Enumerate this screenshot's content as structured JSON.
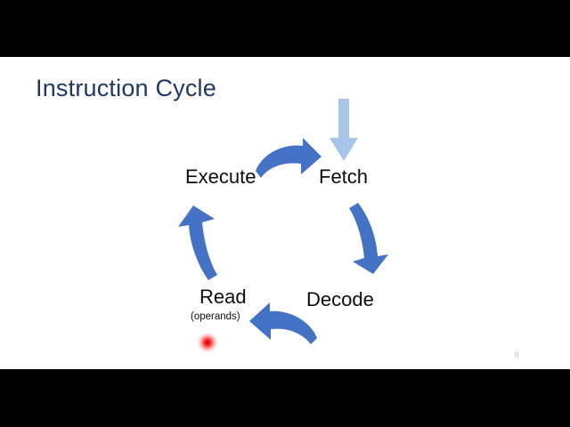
{
  "media": {
    "frame_width": 640,
    "frame_height": 480,
    "letterbox_color": "#000000",
    "slide_background": "#ffffff"
  },
  "slide": {
    "title": "Instruction Cycle",
    "title_color": "#1F3864",
    "page_number": "9"
  },
  "diagram": {
    "kind": "cycle",
    "accent_dark_blue": "#4472C4",
    "accent_light_blue": "#A7C6E7",
    "label_color": "#0D0D0D",
    "nodes": [
      {
        "id": "fetch",
        "label": "Fetch",
        "sub": ""
      },
      {
        "id": "decode",
        "label": "Decode",
        "sub": ""
      },
      {
        "id": "read",
        "label": "Read",
        "sub": "(operands)"
      },
      {
        "id": "execute",
        "label": "Execute",
        "sub": ""
      }
    ],
    "arrows": [
      {
        "id": "entry-into-fetch",
        "from": "",
        "to": "fetch",
        "direction": "down",
        "style": "straight",
        "color": "#A7C6E7"
      },
      {
        "id": "fetch-to-decode",
        "from": "fetch",
        "to": "decode",
        "direction": "down",
        "style": "curved",
        "color": "#4472C4"
      },
      {
        "id": "decode-to-read",
        "from": "decode",
        "to": "read",
        "direction": "left",
        "style": "curved",
        "color": "#4472C4"
      },
      {
        "id": "read-to-execute",
        "from": "read",
        "to": "execute",
        "direction": "up",
        "style": "curved",
        "color": "#4472C4"
      },
      {
        "id": "execute-to-fetch",
        "from": "execute",
        "to": "fetch",
        "direction": "right",
        "style": "curved",
        "color": "#4472C4"
      }
    ]
  },
  "pointer": {
    "type": "laser-pointer-dot",
    "color": "#E02020"
  }
}
